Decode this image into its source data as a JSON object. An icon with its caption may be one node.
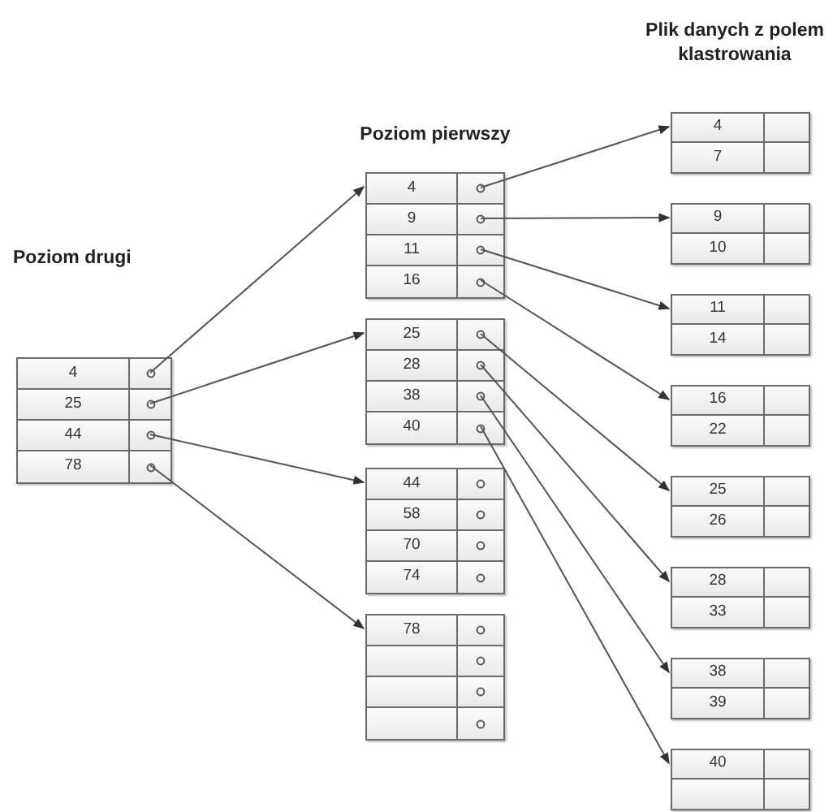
{
  "diagram": {
    "nodes": [
      {
        "text": [],
        "shape": "box"
      },
      {
        "text": [
          "4"
        ],
        "in": 0
      },
      {
        "text": [
          "25"
        ],
        "in": 0
      },
      {
        "text": [
          "44"
        ],
        "in": 0
      },
      {
        "text": [
          "78"
        ],
        "in": 0
      },
      {
        "text": [],
        "shape": "box"
      },
      {
        "text": [
          "4"
        ],
        "in": 5
      },
      {
        "text": [
          "9"
        ],
        "in": 5
      },
      {
        "text": [
          "11"
        ],
        "in": 5
      },
      {
        "text": [
          "16"
        ],
        "in": 5
      },
      {
        "text": [],
        "shape": "box"
      },
      {
        "text": [
          "25"
        ],
        "in": 10
      },
      {
        "text": [
          "28"
        ],
        "in": 10
      },
      {
        "text": [
          "38"
        ],
        "in": 10
      },
      {
        "text": [
          "40"
        ],
        "in": 10
      },
      {
        "text": [],
        "shape": "box"
      },
      {
        "text": [
          "44"
        ],
        "in": 15
      },
      {
        "text": [
          "58"
        ],
        "in": 15
      },
      {
        "text": [
          "70"
        ],
        "in": 15
      },
      {
        "text": [
          "74"
        ],
        "in": 15
      },
      {
        "text": [],
        "shape": "box"
      },
      {
        "text": [
          "78"
        ],
        "in": 20
      },
      {
        "text": [],
        "shape": "box",
        "in": 20
      },
      {
        "text": [],
        "shape": "box",
        "in": 20
      },
      {
        "text": [],
        "shape": "box",
        "in": 20
      },
      {
        "text": [],
        "shape": "box"
      },
      {
        "text": [
          "4"
        ],
        "in": 25
      },
      {
        "text": [
          "7"
        ],
        "in": 25
      },
      {
        "text": [],
        "shape": "box"
      },
      {
        "text": [
          "9"
        ],
        "in": 28
      },
      {
        "text": [
          "10"
        ],
        "in": 28
      },
      {
        "text": [],
        "shape": "box"
      },
      {
        "text": [
          "11"
        ],
        "in": 31
      },
      {
        "text": [
          "14"
        ],
        "in": 31
      },
      {
        "text": [],
        "shape": "box"
      },
      {
        "text": [
          "16"
        ],
        "in": 34
      },
      {
        "text": [
          "22"
        ],
        "in": 34
      },
      {
        "text": [],
        "shape": "box"
      },
      {
        "text": [
          "25"
        ],
        "in": 37
      },
      {
        "text": [
          "26"
        ],
        "in": 37
      },
      {
        "text": [],
        "shape": "box"
      },
      {
        "text": [
          "28"
        ],
        "in": 40
      },
      {
        "text": [
          "33"
        ],
        "in": 40
      },
      {
        "text": [],
        "shape": "box"
      },
      {
        "text": [
          "38"
        ],
        "in": 43
      },
      {
        "text": [
          "39"
        ],
        "in": 43
      },
      {
        "text": [],
        "shape": "box"
      },
      {
        "text": [
          "40"
        ],
        "in": 46
      },
      {
        "text": [],
        "shape": "box",
        "in": 46
      }
    ],
    "edges": [
      {
        "from": 1,
        "to": 5,
        "arrow": "to"
      },
      {
        "from": 2,
        "to": 10,
        "arrow": "to"
      },
      {
        "from": 3,
        "to": 15,
        "arrow": "to"
      },
      {
        "from": 4,
        "to": 20,
        "arrow": "to"
      },
      {
        "from": 6,
        "to": 25,
        "arrow": "to"
      },
      {
        "from": 7,
        "to": 28,
        "arrow": "to"
      },
      {
        "from": 8,
        "to": 31,
        "arrow": "to"
      },
      {
        "from": 9,
        "to": 34,
        "arrow": "to"
      },
      {
        "from": 11,
        "to": 37,
        "arrow": "to"
      },
      {
        "from": 12,
        "to": 40,
        "arrow": "to"
      },
      {
        "from": 13,
        "to": 43,
        "arrow": "to"
      },
      {
        "from": 14,
        "to": 46,
        "arrow": "to"
      }
    ],
    "labels": [
      "Plik danych z polem klastrowania",
      "Poziom pierwszy",
      "Poziom drugi"
    ]
  }
}
